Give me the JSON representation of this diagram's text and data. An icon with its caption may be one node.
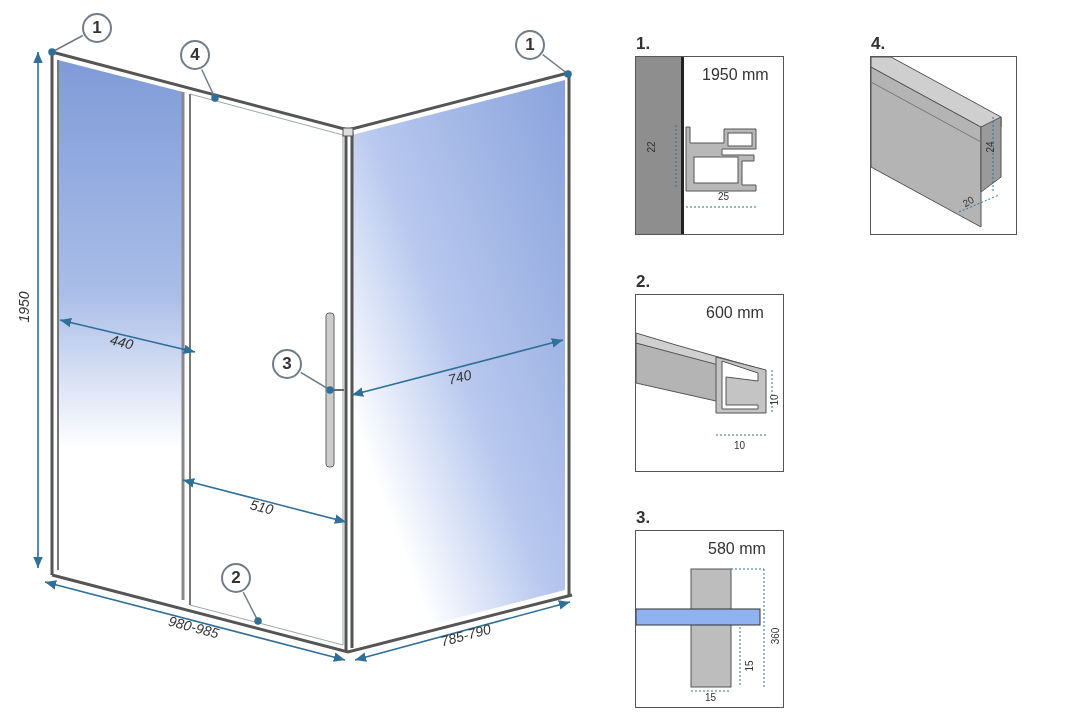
{
  "diagram": {
    "nodes": [
      {
        "text": [
          "1"
        ]
      },
      {
        "text": [
          "4"
        ]
      },
      {
        "text": [
          "1"
        ]
      },
      {
        "text": [
          "3"
        ]
      },
      {
        "text": [
          "2"
        ]
      },
      {
        "text": [
          "1.",
          "1950 mm",
          "22",
          "25"
        ]
      },
      {
        "text": [
          "4.",
          "24",
          "20"
        ]
      },
      {
        "text": [
          "2.",
          "600 mm",
          "10",
          "10"
        ]
      },
      {
        "text": [
          "3.",
          "580 mm",
          "360",
          "15",
          "15"
        ]
      }
    ],
    "edges": [
      {
        "from": 0,
        "to": null,
        "arrow": "other"
      },
      {
        "from": 1,
        "to": null,
        "arrow": "other"
      },
      {
        "from": 2,
        "to": null,
        "arrow": "other"
      },
      {
        "from": 3,
        "to": null,
        "arrow": "other"
      },
      {
        "from": 4,
        "to": null,
        "arrow": "other"
      }
    ],
    "labels": [
      "1950",
      "440",
      "740",
      "510",
      "980-985",
      "785-790"
    ]
  }
}
